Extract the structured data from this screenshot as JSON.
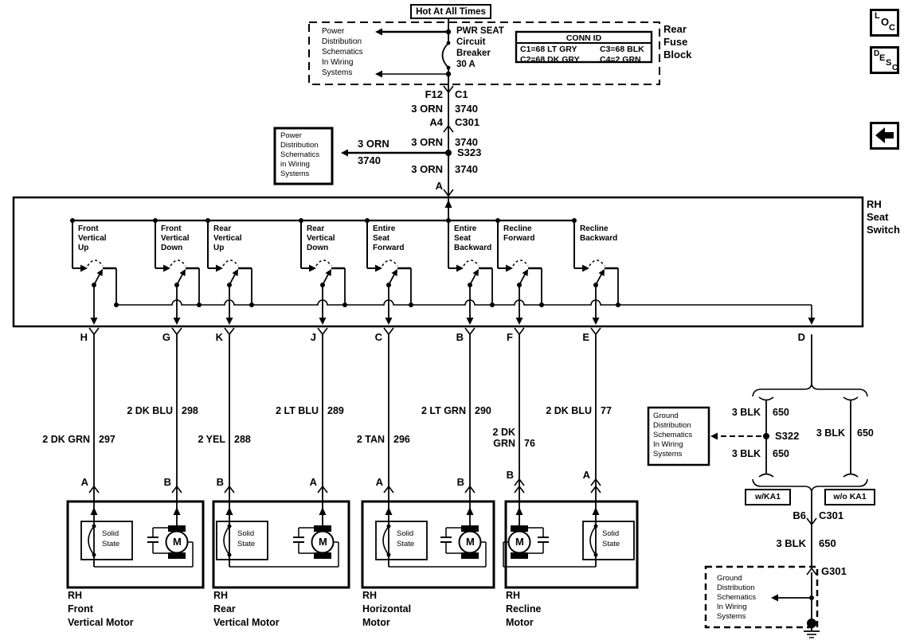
{
  "viewer": {
    "loc": [
      "L",
      "O",
      "C"
    ],
    "desc": [
      "D",
      "E",
      "S",
      "C"
    ]
  },
  "feed": {
    "hot_label": "Hot At All Times",
    "fuse_block_name": [
      "Rear",
      "Fuse",
      "Block"
    ],
    "power_ref_note": [
      "Power",
      "Distribution",
      "Schematics",
      "In Wiring",
      "Systems"
    ],
    "breaker_label": [
      "PWR SEAT",
      "Circuit",
      "Breaker",
      "30 A"
    ],
    "conn_id_title": "CONN ID",
    "conn_id_rows": [
      [
        "C1=68 LT GRY",
        "C3=68 BLK"
      ],
      [
        "C2=68 DK GRY",
        "C4=2 GRN"
      ]
    ],
    "fuse_pin": "F12",
    "conn_c1": "C1",
    "wire1": {
      "name": "3 ORN",
      "circuit": "3740"
    },
    "pin_a4": "A4",
    "conn_c301": "C301",
    "wire2": {
      "name": "3 ORN",
      "circuit": "3740"
    },
    "splice": "S323",
    "branch_wire_name": "3 ORN",
    "branch_wire_circuit": "3740",
    "branch_ref_note": [
      "Power",
      "Distribution",
      "Schematics",
      "in Wiring",
      "Systems"
    ],
    "wire3": {
      "name": "3 ORN",
      "circuit": "3740"
    },
    "switch_pin": "A"
  },
  "seat_switch": {
    "name": [
      "RH",
      "Seat",
      "Switch"
    ],
    "positions": [
      {
        "l1": "Front",
        "l2": "Vertical",
        "l3": "Up",
        "pin": "H"
      },
      {
        "l1": "Front",
        "l2": "Vertical",
        "l3": "Down",
        "pin": "G"
      },
      {
        "l1": "Rear",
        "l2": "Vertical",
        "l3": "Up",
        "pin": "K"
      },
      {
        "l1": "Rear",
        "l2": "Vertical",
        "l3": "Down",
        "pin": "J"
      },
      {
        "l1": "Entire",
        "l2": "Seat",
        "l3": "Forward",
        "pin": "C"
      },
      {
        "l1": "Entire",
        "l2": "Seat",
        "l3": "Backward",
        "pin": "B"
      },
      {
        "l1": "Recline",
        "l2": "Forward",
        "l3": "",
        "pin": "F"
      },
      {
        "l1": "Recline",
        "l2": "Backward",
        "l3": "",
        "pin": "E"
      }
    ],
    "ground_pin": "D"
  },
  "wires": {
    "h": {
      "name": "2 DK GRN",
      "circuit": "297"
    },
    "g": {
      "name": "2 DK BLU",
      "circuit": "298"
    },
    "k": {
      "name": "2 YEL",
      "circuit": "288"
    },
    "j": {
      "name": "2 LT BLU",
      "circuit": "289"
    },
    "c": {
      "name": "2 TAN",
      "circuit": "296"
    },
    "b": {
      "name": "2 LT GRN",
      "circuit": "290"
    },
    "f": {
      "name_l1": "2 DK",
      "name_l2": "GRN",
      "circuit": "76"
    },
    "e": {
      "name": "2 DK BLU",
      "circuit": "77"
    }
  },
  "motors": [
    {
      "n1": "RH",
      "n2": "Front",
      "n3": "Vertical Motor",
      "left_pin": "A",
      "right_pin": "B",
      "ss1": "Solid",
      "ss2": "State",
      "symbol": "M"
    },
    {
      "n1": "RH",
      "n2": "Rear",
      "n3": "Vertical Motor",
      "left_pin": "B",
      "right_pin": "A",
      "ss1": "Solid",
      "ss2": "State",
      "symbol": "M"
    },
    {
      "n1": "RH",
      "n2": "Horizontal",
      "n3": "Motor",
      "left_pin": "A",
      "right_pin": "B",
      "ss1": "Solid",
      "ss2": "State",
      "symbol": "M"
    },
    {
      "n1": "RH",
      "n2": "Recline",
      "n3": "Motor",
      "left_pin": "B",
      "right_pin": "A",
      "ss1": "Solid",
      "ss2": "State",
      "symbol": "M"
    }
  ],
  "ground": {
    "ref_note": [
      "Ground",
      "Distribution",
      "Schematics",
      "In Wiring",
      "Systems"
    ],
    "splice": "S322",
    "left_upper_wire": {
      "name": "3 BLK",
      "circuit": "650"
    },
    "left_lower_wire": {
      "name": "3 BLK",
      "circuit": "650"
    },
    "right_wire": {
      "name": "3 BLK",
      "circuit": "650"
    },
    "option_left": "w/KA1",
    "option_right": "w/o KA1",
    "pin_b6": "B6",
    "conn_c301": "C301",
    "wire": {
      "name": "3 BLK",
      "circuit": "650"
    },
    "ground_id": "G301",
    "ref_note2": [
      "Ground",
      "Distribution",
      "Schematics",
      "In Wiring",
      "Systems"
    ]
  }
}
